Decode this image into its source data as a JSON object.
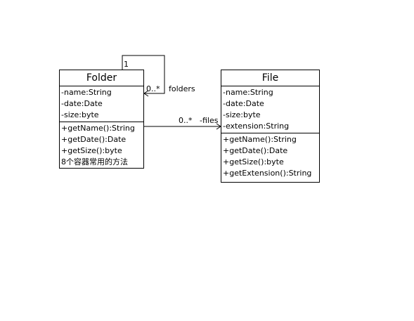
{
  "folder": {
    "name": "Folder",
    "attributes": [
      "-name:String",
      "-date:Date",
      "-size:byte"
    ],
    "operations": [
      "+getName():String",
      "+getDate():Date",
      "+getSize():byte",
      "8个容器常用的方法"
    ]
  },
  "file": {
    "name": "File",
    "attributes": [
      "-name:String",
      "-date:Date",
      "-size:byte",
      "-extension:String"
    ],
    "operations": [
      "+getName():String",
      "+getDate():Date",
      "+getSize():byte",
      "+getExtension():String"
    ]
  },
  "self_association": {
    "source_multiplicity": "1",
    "target_multiplicity": "0..*",
    "role": "folders"
  },
  "files_association": {
    "multiplicity": "0..*",
    "role": "-files"
  }
}
